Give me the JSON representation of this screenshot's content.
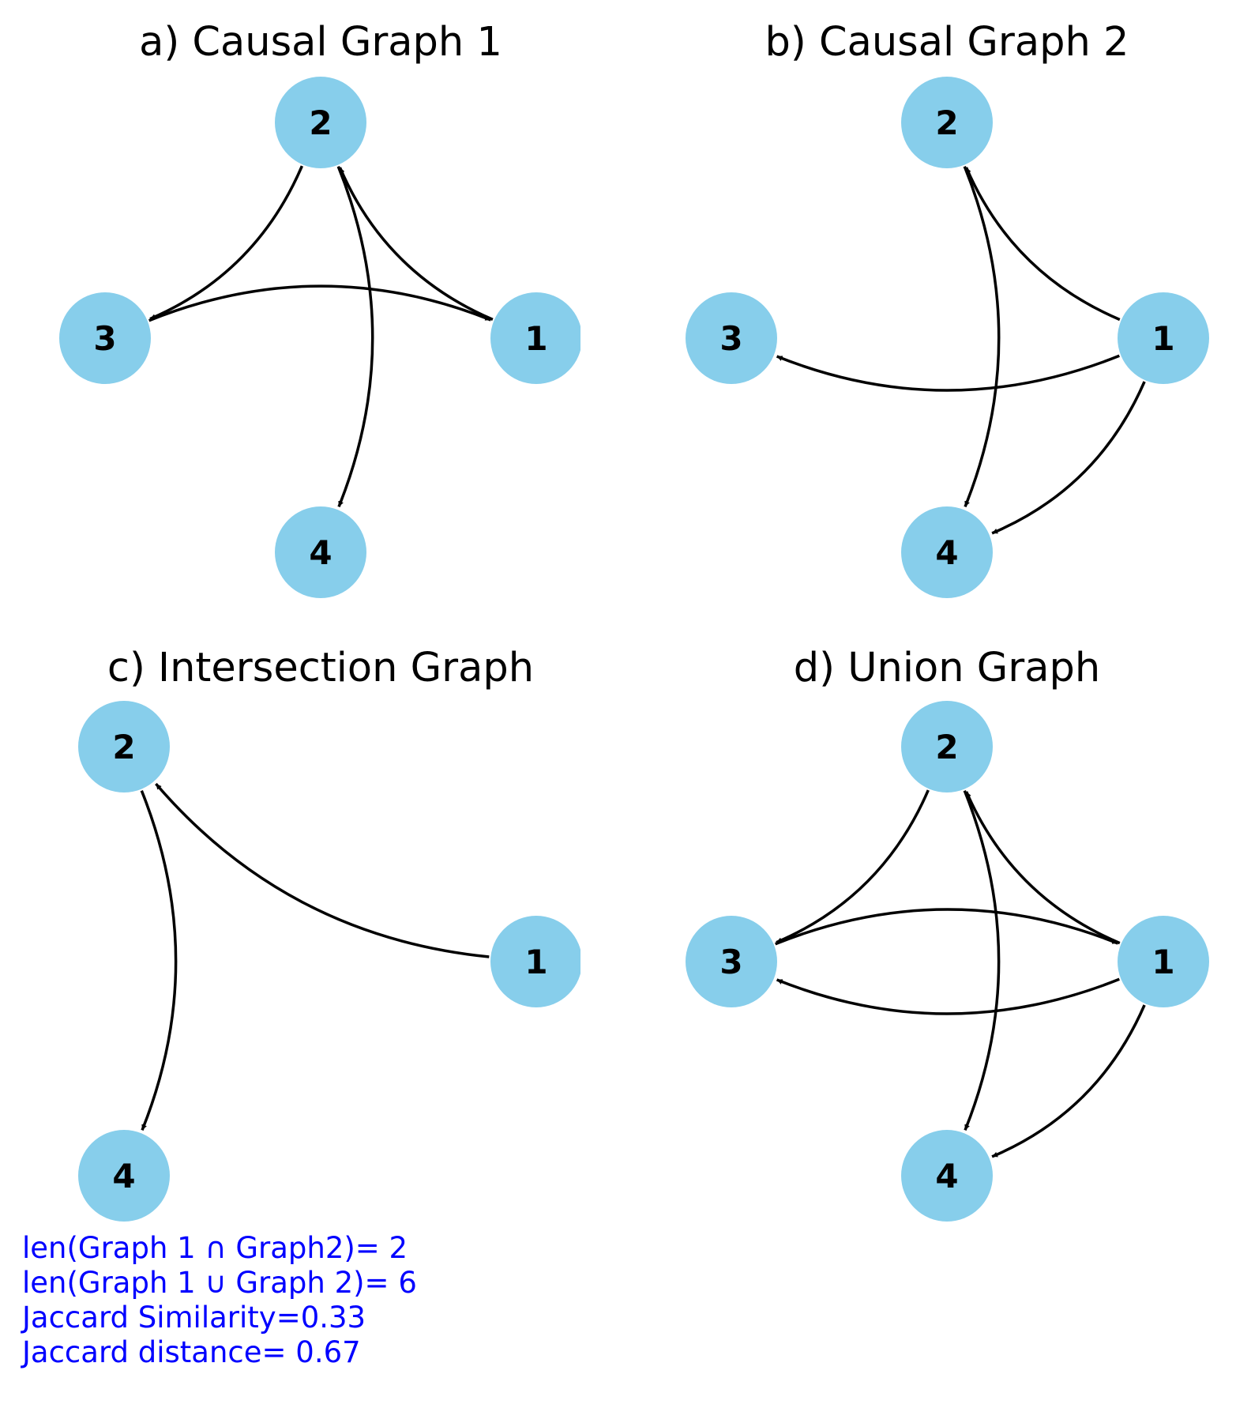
{
  "panels": [
    {
      "id": "a",
      "title": "a) Causal Graph 1",
      "nodes": [
        "1",
        "2",
        "3",
        "4"
      ],
      "edges": [
        {
          "from": "1",
          "to": "2"
        },
        {
          "from": "2",
          "to": "3"
        },
        {
          "from": "2",
          "to": "4"
        },
        {
          "from": "3",
          "to": "1"
        }
      ]
    },
    {
      "id": "b",
      "title": "b) Causal Graph 2",
      "nodes": [
        "1",
        "2",
        "3",
        "4"
      ],
      "edges": [
        {
          "from": "1",
          "to": "2"
        },
        {
          "from": "1",
          "to": "3"
        },
        {
          "from": "1",
          "to": "4"
        },
        {
          "from": "2",
          "to": "4"
        }
      ]
    },
    {
      "id": "c",
      "title": "c) Intersection Graph",
      "nodes": [
        "1",
        "2",
        "4"
      ],
      "edges": [
        {
          "from": "1",
          "to": "2"
        },
        {
          "from": "2",
          "to": "4"
        }
      ]
    },
    {
      "id": "d",
      "title": "d) Union Graph",
      "nodes": [
        "1",
        "2",
        "3",
        "4"
      ],
      "edges": [
        {
          "from": "1",
          "to": "2"
        },
        {
          "from": "2",
          "to": "3"
        },
        {
          "from": "2",
          "to": "4"
        },
        {
          "from": "3",
          "to": "1"
        },
        {
          "from": "1",
          "to": "3"
        },
        {
          "from": "1",
          "to": "4"
        }
      ]
    }
  ],
  "stats": {
    "intersection": "len(Graph 1 ∩ Graph2)= 2",
    "union": "len(Graph 1 ∪ Graph 2)= 6",
    "similarity": "Jaccard Similarity=0.33",
    "distance": "Jaccard distance= 0.67"
  },
  "colors": {
    "node_fill": "#87CEEB",
    "edge": "#000000",
    "stats_text": "#0000FF"
  }
}
